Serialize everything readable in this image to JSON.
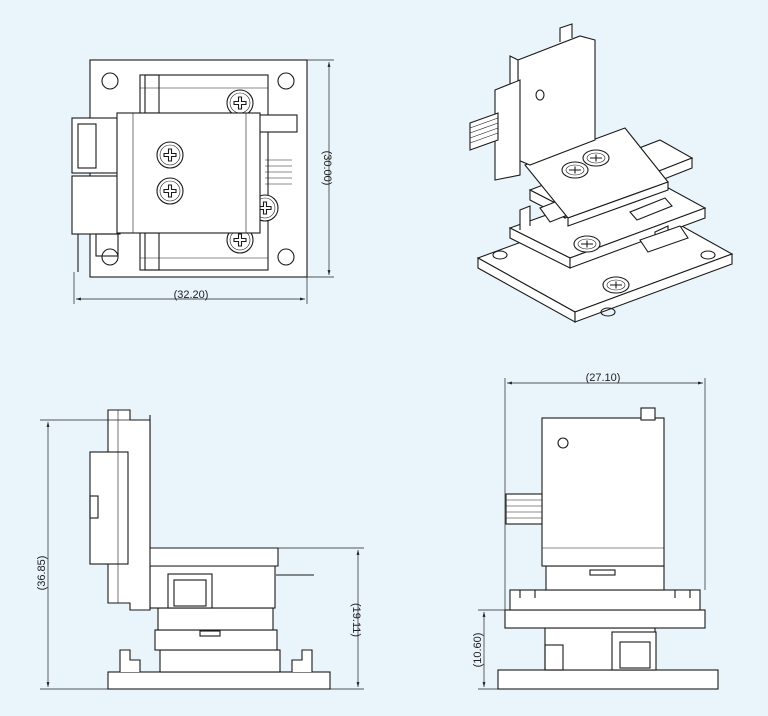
{
  "dimensions": {
    "top_width": "32.20",
    "top_height": "30.00",
    "front_width": "27.10",
    "front_base_height": "10.60",
    "side_total_height": "36.85",
    "side_lower_height": "19.11"
  },
  "colors": {
    "background": "#e9f4fb",
    "line": "#1a1a1a",
    "fill": "#ffffff"
  }
}
